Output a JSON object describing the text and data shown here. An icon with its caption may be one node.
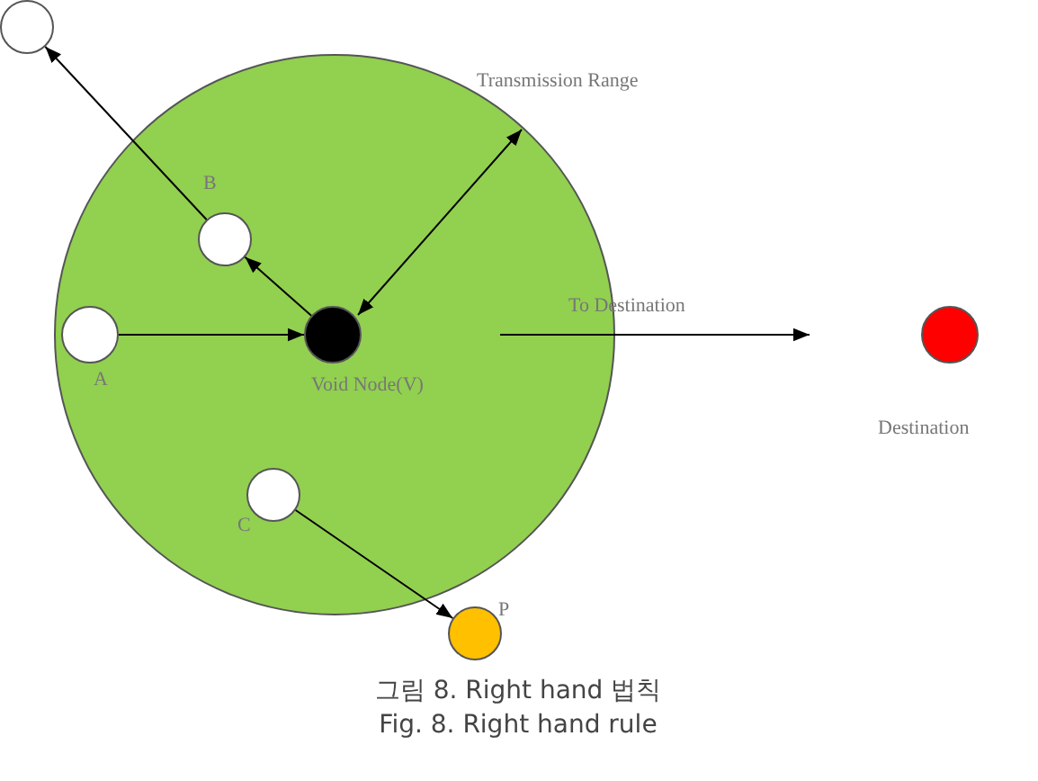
{
  "diagram": {
    "caption": "그림 8. Right hand 법칙 Fig. 8. Right hand rule",
    "nodes": [
      {
        "text": [],
        "shape": "circle"
      },
      {
        "text": [],
        "shape": "circle"
      },
      {
        "text": [
          "B"
        ],
        "in": 0
      },
      {
        "text": [
          "A"
        ],
        "in": 0
      },
      {
        "text": [
          "Void Node(V)"
        ],
        "in": 0
      },
      {
        "text": [
          "C"
        ],
        "in": 0
      },
      {
        "text": [
          "P"
        ]
      },
      {
        "text": [
          "Destination"
        ]
      }
    ],
    "edges": [
      {
        "from": 3,
        "to": 4,
        "arrow": "to"
      },
      {
        "from": 4,
        "to": 2,
        "arrow": "to"
      },
      {
        "from": 2,
        "to": 1,
        "arrow": "to"
      },
      {
        "from": 5,
        "to": 6,
        "arrow": "to"
      }
    ],
    "labels": [
      "Transmission Range",
      "To Destination"
    ]
  }
}
